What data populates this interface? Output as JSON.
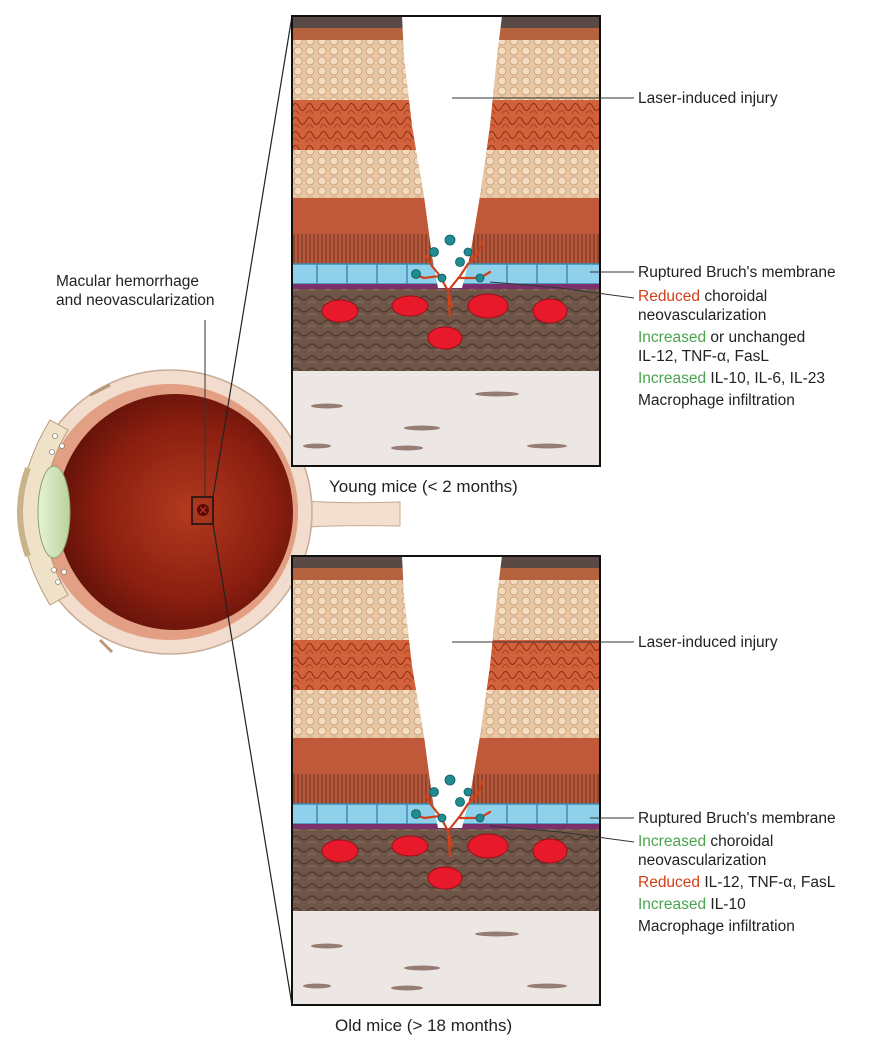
{
  "eye_label": {
    "line1": "Macular hemorrhage",
    "line2": "and neovascularization"
  },
  "panels": [
    {
      "caption": "Young mice (< 2 months)",
      "injury_label": "Laser-induced injury",
      "bruch_label": "Ruptured Bruch's membrane",
      "lines": [
        {
          "emph": "Reduced",
          "emph_color": "red",
          "text": " choroidal"
        },
        {
          "emph": "",
          "emph_color": "",
          "text": "neovascularization"
        },
        {
          "emph": "Increased",
          "emph_color": "green",
          "text": " or unchanged"
        },
        {
          "emph": "",
          "emph_color": "",
          "text": "IL-12, TNF-α, FasL"
        },
        {
          "emph": "Increased",
          "emph_color": "green",
          "text": " IL-10, IL-6, IL-23"
        },
        {
          "emph": "",
          "emph_color": "",
          "text": "Macrophage infiltration"
        }
      ]
    },
    {
      "caption": "Old mice (> 18 months)",
      "injury_label": "Laser-induced injury",
      "bruch_label": "Ruptured Bruch's membrane",
      "lines": [
        {
          "emph": "Increased",
          "emph_color": "green",
          "text": " choroidal"
        },
        {
          "emph": "",
          "emph_color": "",
          "text": "neovascularization"
        },
        {
          "emph": "Reduced",
          "emph_color": "red",
          "text": " IL-12, TNF-α, FasL"
        },
        {
          "emph": "Increased",
          "emph_color": "green",
          "text": " IL-10"
        },
        {
          "emph": "",
          "emph_color": "",
          "text": "Macrophage infiltration"
        }
      ]
    }
  ],
  "colors": {
    "reduced": "#d2401a",
    "increased": "#4aa34e"
  }
}
